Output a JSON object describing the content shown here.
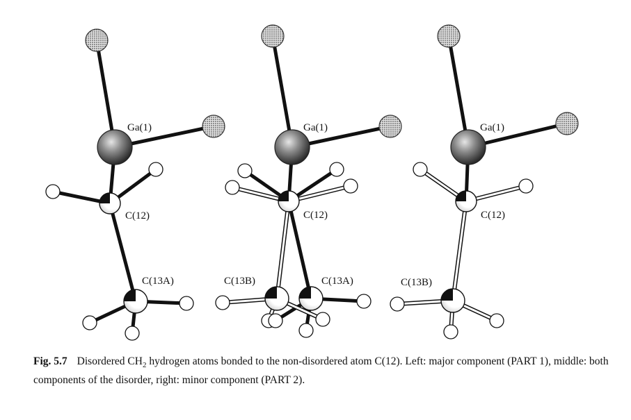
{
  "labels": {
    "ga1": "Ga(1)",
    "c12": "C(12)",
    "c13a": "C(13A)",
    "c13b": "C(13B)"
  },
  "caption": {
    "number": "Fig. 5.7",
    "text_before_sub": "Disordered CH",
    "sub": "2",
    "text_after_sub": " hydrogen atoms bonded to the non-disordered atom C(12). Left: major component (PART 1), middle: both components of the disorder, right: minor component (PART 2)."
  },
  "colors": {
    "bond": "#111111",
    "open_bond": "#ffffff",
    "gallium": "#555555",
    "ligand": "#bdbdbd"
  }
}
